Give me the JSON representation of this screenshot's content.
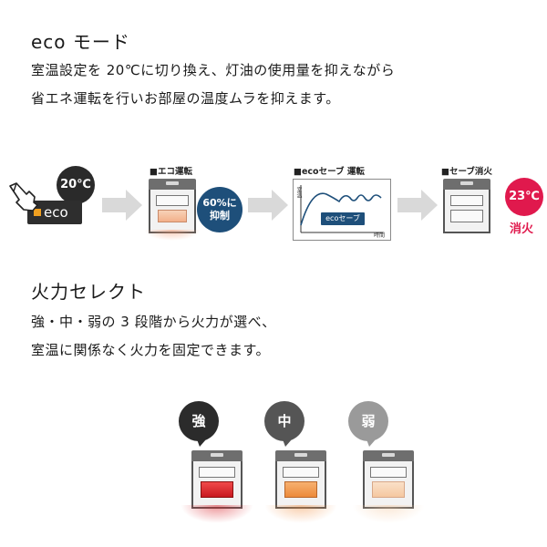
{
  "eco_section": {
    "title": "eco モード",
    "desc_line1": "室温設定を 20℃に切り換え、灯油の使用量を抑えながら",
    "desc_line2": "省エネ運転を行いお部屋の温度ムラを抑えます。"
  },
  "eco_flow": {
    "start_temp": "20℃",
    "eco_button": "eco",
    "step1_label": "■エコ運転",
    "step1_badge_line1": "60%に",
    "step1_badge_line2": "抑制",
    "step2_label": "■ecoセーブ 運転",
    "step2_y_axis": "室温",
    "step2_x_axis": "時間",
    "step2_tag": "ecoセーブ",
    "step3_label": "■セーブ消火",
    "end_temp": "23℃",
    "end_text": "消火"
  },
  "fire_section": {
    "title": "火力セレクト",
    "desc_line1": "強・中・弱の 3 段階から火力が選べ、",
    "desc_line2": "室温に関係なく火力を固定できます。",
    "levels": [
      {
        "label": "強",
        "bubble_color": "#2b2b2b",
        "flame_color": "#d8232a"
      },
      {
        "label": "中",
        "bubble_color": "#555555",
        "flame_color": "#f08c3c"
      },
      {
        "label": "弱",
        "bubble_color": "#9a9a9a",
        "flame_color": "#f5c8a0"
      }
    ]
  },
  "colors": {
    "badge_blue": "#1e4f7a",
    "end_red": "#e0194d",
    "arrow_gray": "#d9d9d9"
  }
}
